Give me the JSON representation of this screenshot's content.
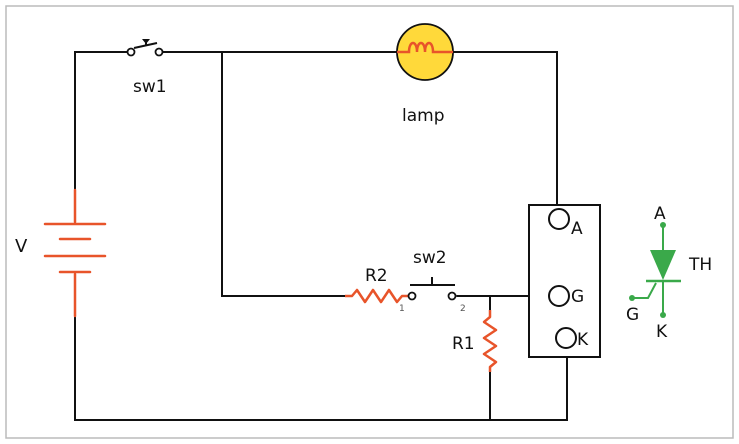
{
  "labels": {
    "sw1": "sw1",
    "lamp": "lamp",
    "battery": "V",
    "r2": "R2",
    "sw2": "sw2",
    "r1": "R1",
    "pin1": "1",
    "pin2": "2",
    "pin_a": "A",
    "pin_g": "G",
    "pin_k": "K",
    "th_a": "A",
    "th_name": "TH",
    "th_g": "G",
    "th_k": "K"
  },
  "colors": {
    "wire": "#111111",
    "resistor": "#e8542a",
    "battery": "#e8542a",
    "lamp_fill": "#ffd93a",
    "lamp_coil": "#e8542a",
    "thyristor": "#3aa94a",
    "frame": "#bbbbbb"
  }
}
